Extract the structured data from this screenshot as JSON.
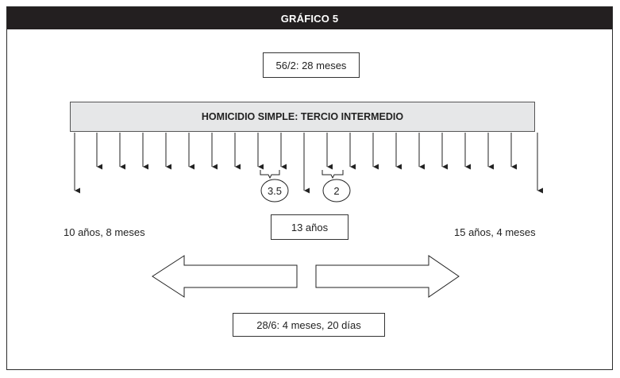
{
  "title": "GRÁFICO 5",
  "top_box": "56/2: 28 meses",
  "band_label": "HOMICIDIO SIMPLE: TERCIO INTERMEDIO",
  "circle_left": "3.5",
  "circle_right": "2",
  "left_label": "10 años, 8 meses",
  "center_box": "13 años",
  "right_label": "15 años, 4 meses",
  "bottom_box": "28/6: 4 meses, 20 días",
  "colors": {
    "title_bg": "#231f20",
    "band_bg": "#e6e7e8",
    "line": "#222222"
  }
}
